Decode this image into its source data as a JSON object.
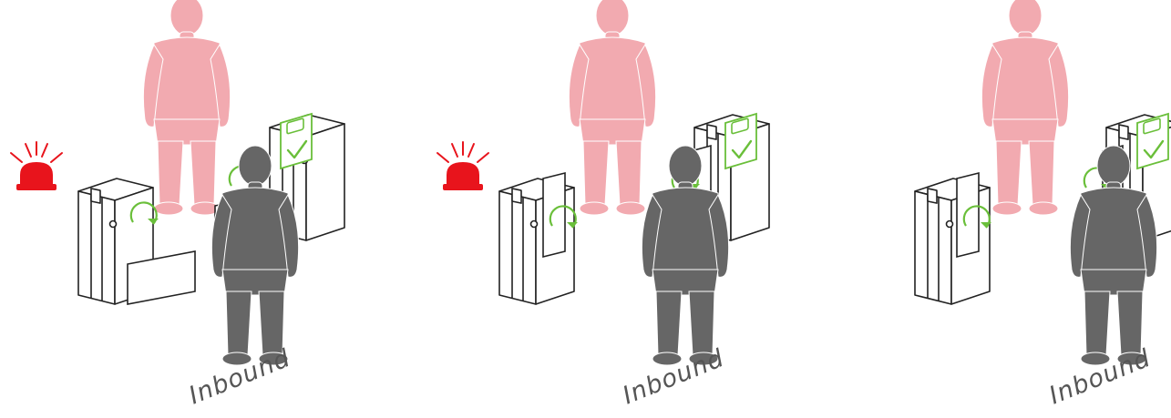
{
  "scenes": [
    {
      "label": "Inbound",
      "alarm_visible": true,
      "left_wing_state": "open",
      "right_wing_state": "open",
      "card_accepted": true
    },
    {
      "label": "Inbound",
      "alarm_visible": true,
      "left_wing_state": "closed",
      "right_wing_state": "closed",
      "card_accepted": true
    },
    {
      "label": "Inbound",
      "alarm_visible": false,
      "left_wing_state": "closed",
      "right_wing_state": "closed",
      "card_accepted": true
    }
  ],
  "colors": {
    "passer_colour": "#666666",
    "tailgater_colour": "#f2aab0",
    "alarm_colour": "#e8141c",
    "accept_colour": "#6abf3a",
    "gate_stroke": "#222222"
  },
  "icons": {
    "alarm": "alarm-beacon-icon",
    "card": "card-check-icon",
    "rotation": "rotation-arrow-icon"
  }
}
